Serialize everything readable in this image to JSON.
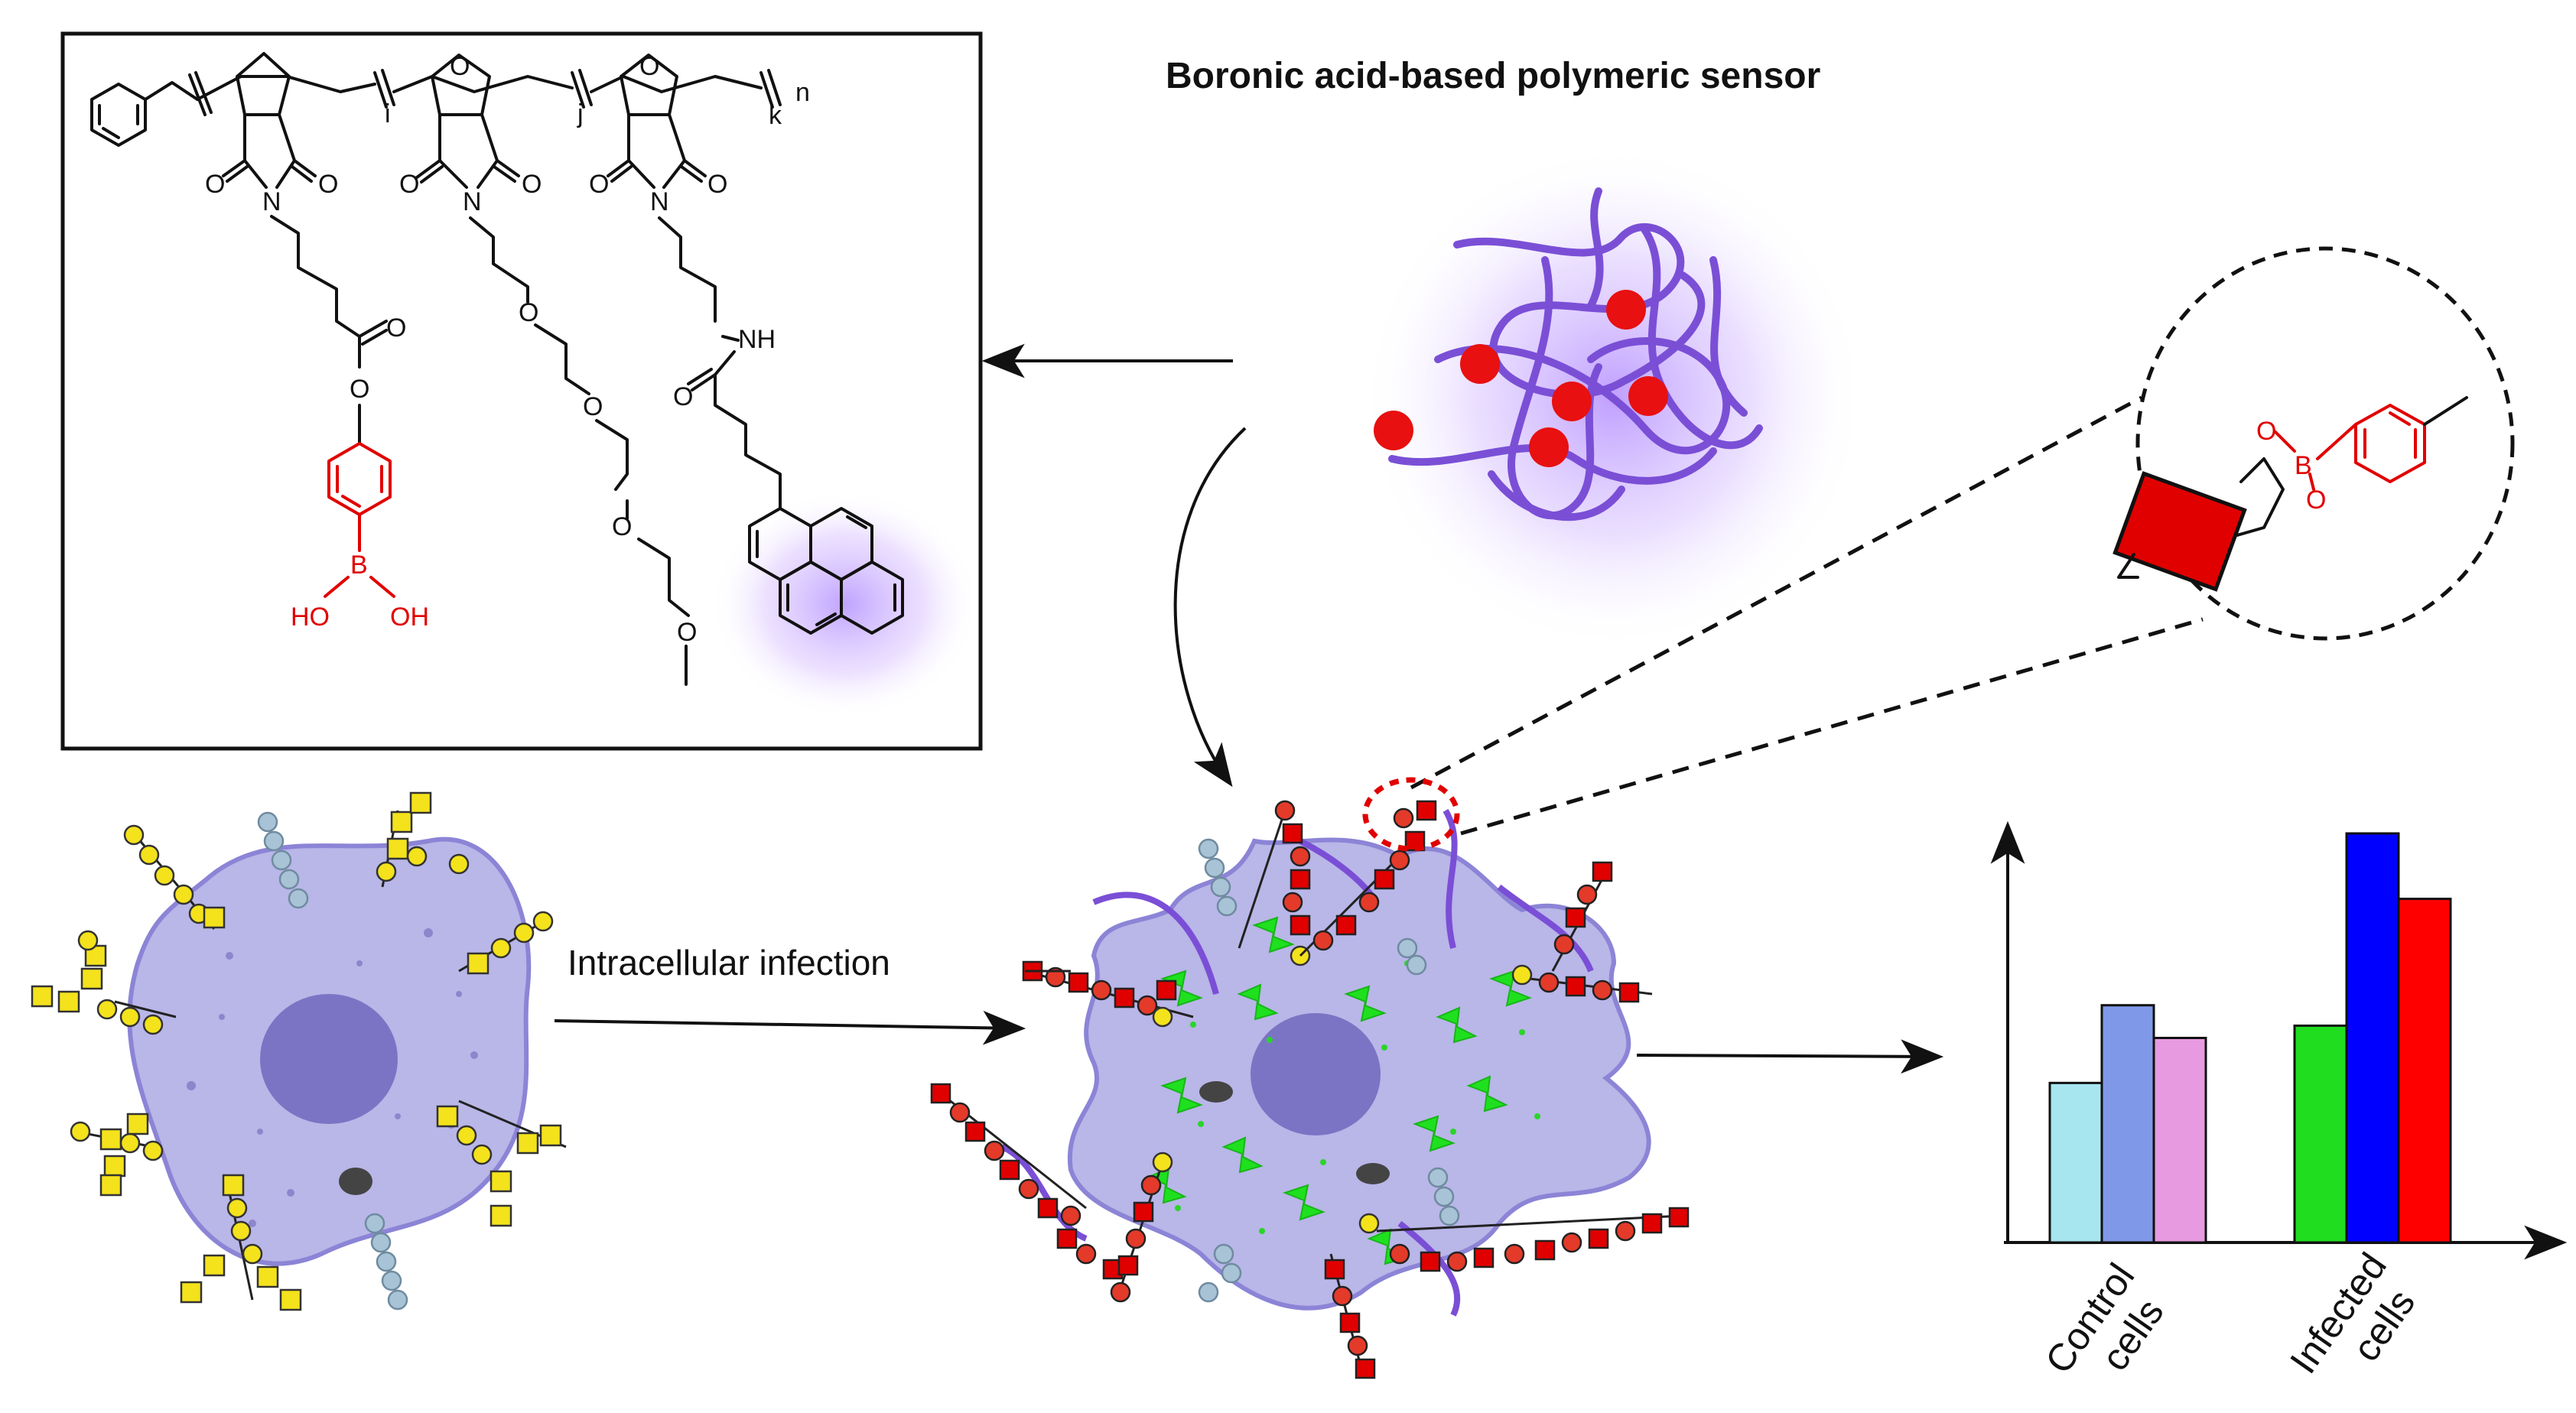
{
  "title": "Boronic acid-based polymeric sensor",
  "process_label": "Intracellular infection",
  "structure": {
    "subscripts": [
      "i",
      "j",
      "k",
      "n"
    ],
    "atoms": {
      "oxygen": "O",
      "nitrogen": "N",
      "amine": "NH",
      "boron": "B",
      "hydroxyl_left": "HO",
      "hydroxyl_right": "OH"
    }
  },
  "chart_data": {
    "type": "bar",
    "categories": [
      "Control cells",
      "Infected cells"
    ],
    "tick_labels": [
      {
        "line1": "Control",
        "line2": "cells"
      },
      {
        "line1": "Infected",
        "line2": "cells"
      }
    ],
    "series": [
      {
        "values": [
          0.39,
          0.53
        ],
        "colors": [
          "#a8e6ef",
          "#20dd20"
        ]
      },
      {
        "values": [
          0.58,
          1.0
        ],
        "colors": [
          "#7f99e8",
          "#0000ff"
        ]
      },
      {
        "values": [
          0.5,
          0.84
        ],
        "colors": [
          "#e89ae0",
          "#ff0000"
        ]
      }
    ],
    "y_axis_labels": "none"
  },
  "colors": {
    "polymer": "#7a4fd6",
    "polymer_glow": "#c9a6ff",
    "boronic_acid": "#e10000",
    "cell_body": "#b9b6e8",
    "nucleus": "#7b74c4",
    "glycan_yellow": "#f4e21c",
    "glycan_red": "#e10000",
    "glycan_blue": "#a9c3d6",
    "bacteria_green": "#1fe01f"
  }
}
